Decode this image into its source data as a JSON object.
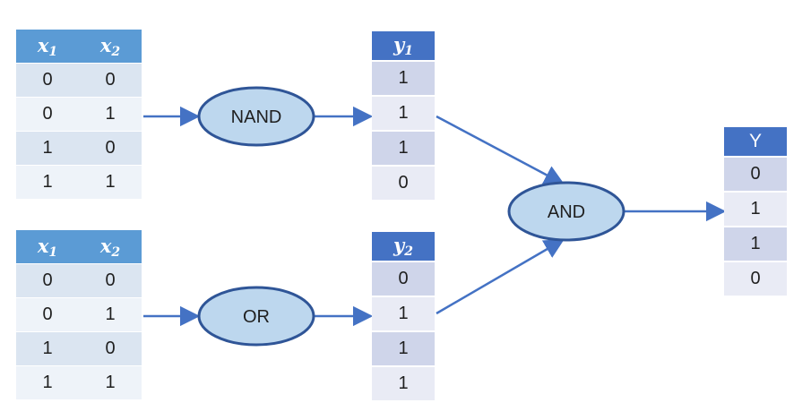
{
  "input_header": {
    "var": "x",
    "sub1": "1",
    "sub2": "2"
  },
  "tables": {
    "nand_inputs": {
      "rows": [
        [
          "0",
          "0"
        ],
        [
          "0",
          "1"
        ],
        [
          "1",
          "0"
        ],
        [
          "1",
          "1"
        ]
      ]
    },
    "or_inputs": {
      "rows": [
        [
          "0",
          "0"
        ],
        [
          "0",
          "1"
        ],
        [
          "1",
          "0"
        ],
        [
          "1",
          "1"
        ]
      ]
    }
  },
  "outputs": {
    "y1": {
      "var": "y",
      "sub": "1",
      "values": [
        "1",
        "1",
        "1",
        "0"
      ]
    },
    "y2": {
      "var": "y",
      "sub": "2",
      "values": [
        "0",
        "1",
        "1",
        "1"
      ]
    },
    "Y": {
      "label": "Y",
      "values": [
        "0",
        "1",
        "1",
        "0"
      ]
    }
  },
  "gates": {
    "nand": "NAND",
    "or": "OR",
    "and": "AND"
  },
  "colors": {
    "input_header": "#5b9bd5",
    "output_header": "#4472c4",
    "gate_fill": "#bdd7ee",
    "gate_stroke": "#2f5597",
    "arrow": "#4472c4"
  }
}
